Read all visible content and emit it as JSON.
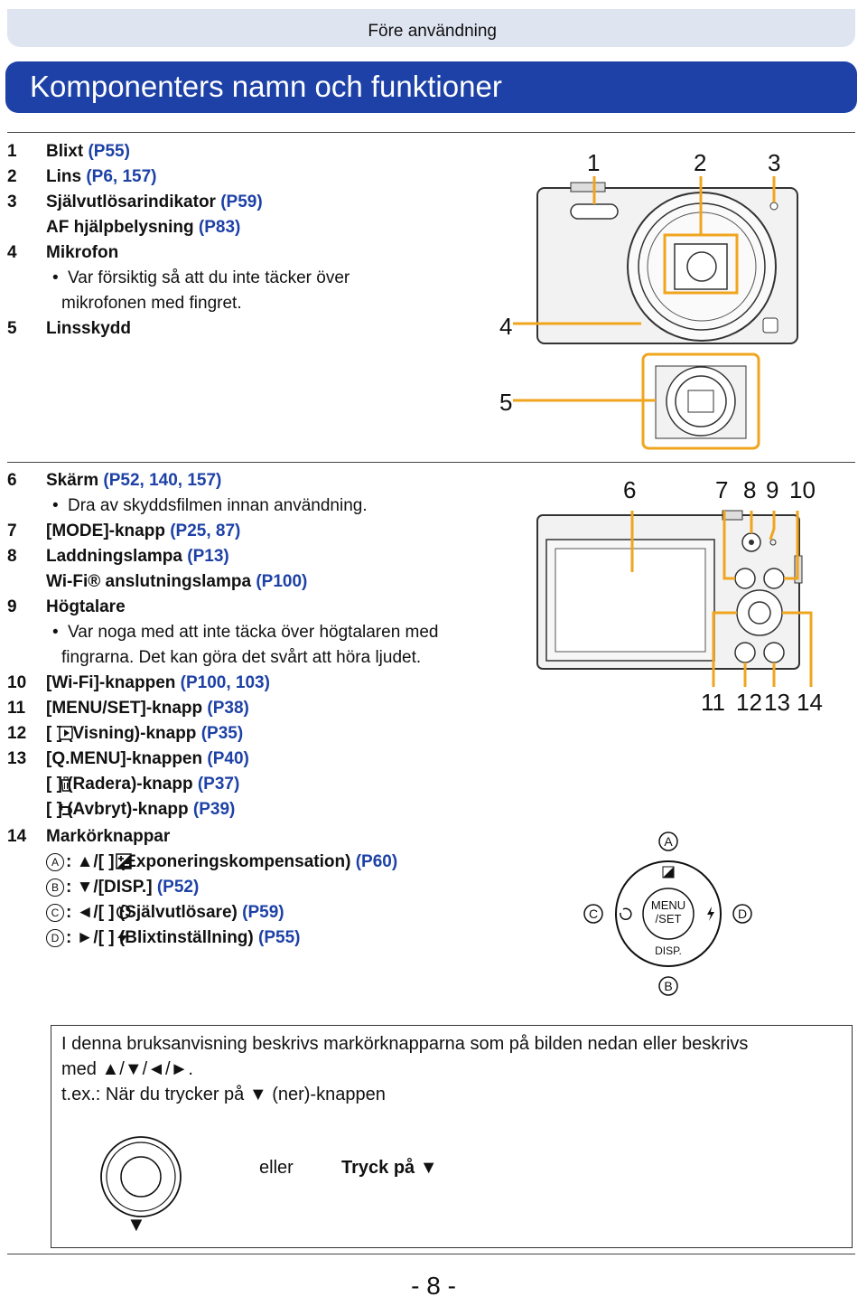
{
  "header": {
    "section": "Före användning",
    "title": "Komponenters namn och funktioner"
  },
  "group1": {
    "items": [
      {
        "num": "1",
        "label": "Blixt ",
        "refs": "(P55)"
      },
      {
        "num": "2",
        "label": "Lins ",
        "refs": "(P6, 157)"
      },
      {
        "num": "3",
        "label": "Självutlösarindikator ",
        "refs": "(P59)"
      },
      {
        "num": "",
        "label": "AF hjälpbelysning ",
        "refs": "(P83)"
      },
      {
        "num": "4",
        "label": "Mikrofon",
        "refs": ""
      },
      {
        "num": "5",
        "label": "Linsskydd",
        "refs": ""
      }
    ],
    "note_mic_1": "Var försiktig så att du inte täcker över",
    "note_mic_2": "mikrofonen med fingret.",
    "diagram_labels": [
      "1",
      "2",
      "3",
      "4",
      "5"
    ]
  },
  "group2": {
    "items": [
      {
        "num": "6",
        "label": "Skärm ",
        "refs": "(P52, 140, 157)"
      },
      {
        "num": "7",
        "label": "[MODE]-knapp ",
        "refs": "(P25, 87)"
      },
      {
        "num": "8",
        "label": "Laddningslampa ",
        "refs": "(P13)"
      },
      {
        "num": "",
        "label": "Wi-Fi® anslutningslampa ",
        "refs": "(P100)"
      },
      {
        "num": "9",
        "label": "Högtalare",
        "refs": ""
      },
      {
        "num": "10",
        "label": "[Wi-Fi]-knappen ",
        "refs": "(P100, 103)"
      },
      {
        "num": "11",
        "label": "[MENU/SET]-knapp ",
        "refs": "(P38)"
      },
      {
        "num": "12",
        "label": "[ ] (Visning)-knapp ",
        "refs": "(P35)"
      },
      {
        "num": "13",
        "label": "[Q.MENU]-knappen ",
        "refs": "(P40)"
      },
      {
        "num": "",
        "label": "[ ] (Radera)-knapp ",
        "refs": "(P37)"
      },
      {
        "num": "",
        "label": "[ ] (Avbryt)-knapp ",
        "refs": "(P39)"
      },
      {
        "num": "14",
        "label": "Markörknappar",
        "refs": ""
      }
    ],
    "note_screen": "Dra av skyddsfilmen innan användning.",
    "note_speaker_1": "Var noga med att inte täcka över högtalaren med",
    "note_speaker_2": "fingrarna. Det kan göra det svårt att höra ljudet.",
    "cursor_items": [
      {
        "mark": "A",
        "label": ": ▲/[ ] (Exponeringskompensation) ",
        "refs": "(P60)"
      },
      {
        "mark": "B",
        "label": ": ▼/[DISP.] ",
        "refs": "(P52)"
      },
      {
        "mark": "C",
        "label": ": ◄/[ ] (Självutlösare) ",
        "refs": "(P59)"
      },
      {
        "mark": "D",
        "label": ": ►/[ ] (Blixtinställning) ",
        "refs": "(P55)"
      }
    ],
    "diagram_labels": [
      "6",
      "7",
      "8",
      "9",
      "10",
      "11",
      "12",
      "13",
      "14"
    ],
    "dial_labels": {
      "a": "A",
      "b": "B",
      "c": "C",
      "d": "D",
      "menu": "MENU",
      "set": "/SET",
      "disp": "DISP."
    }
  },
  "info": {
    "line1": "I denna bruksanvisning beskrivs markörknapparna som på bilden nedan eller beskrivs",
    "line2": "med ▲/▼/◄/►.",
    "line3": "t.ex.: När du trycker på ▼ (ner)-knappen",
    "eller": "eller",
    "press": "Tryck på ▼",
    "down_arrow": "▼"
  },
  "page": {
    "number": "- 8 -"
  }
}
